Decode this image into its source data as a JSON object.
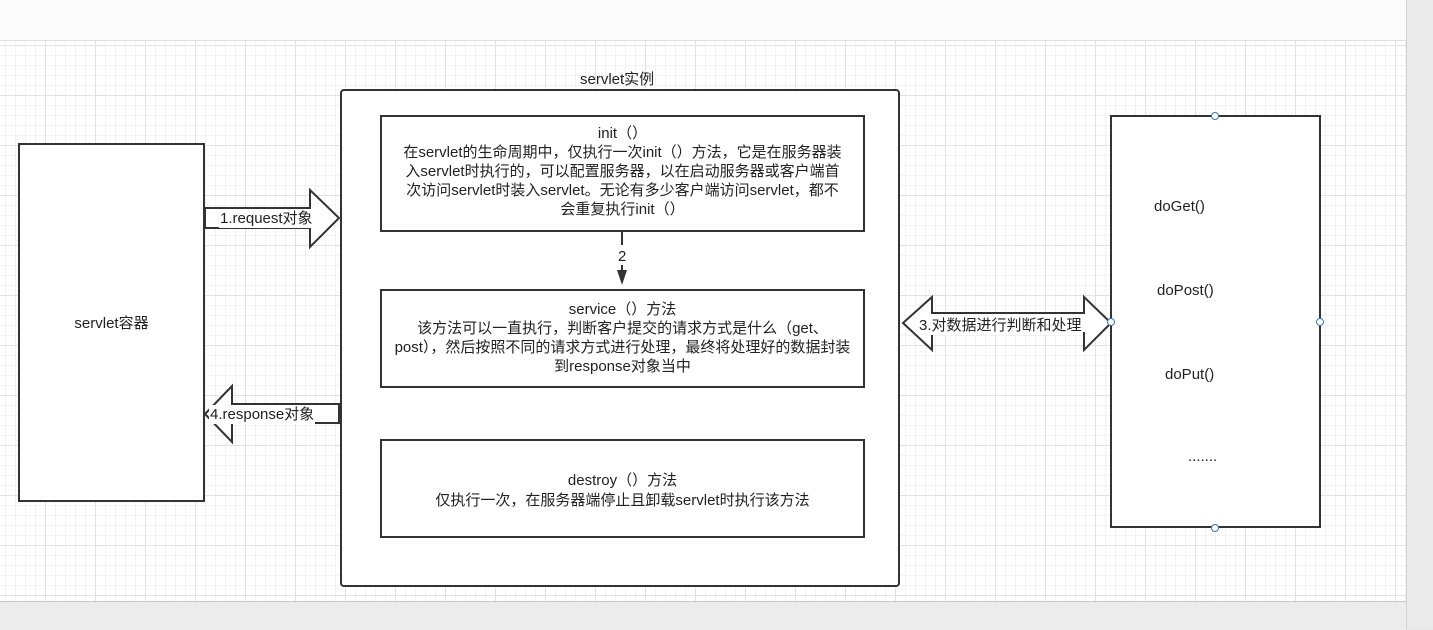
{
  "diagram": {
    "container_box": {
      "label": "servlet容器"
    },
    "instance_box": {
      "title": "servlet实例",
      "init": {
        "title": "init（）",
        "body": "在servlet的生命周期中，仅执行一次init（）方法，它是在服务器装入servlet时执行的，可以配置服务器，以在启动服务器或客户端首次访问servlet时装入servlet。无论有多少客户端访问servlet，都不会重复执行init（）"
      },
      "service": {
        "title": "service（）方法",
        "body": "该方法可以一直执行，判断客户提交的请求方式是什么（get、post），然后按照不同的请求方式进行处理，最终将处理好的数据封装到response对象当中"
      },
      "destroy": {
        "title": "destroy（）方法",
        "body": "仅执行一次，在服务器端停止且卸载servlet时执行该方法"
      }
    },
    "methods_box": {
      "items": [
        "doGet()",
        "doPost()",
        "doPut()",
        "......."
      ]
    },
    "arrows": {
      "request": "1.request对象",
      "step2": "2",
      "process": "3.对数据进行判断和处理",
      "response": "4.response对象"
    }
  }
}
